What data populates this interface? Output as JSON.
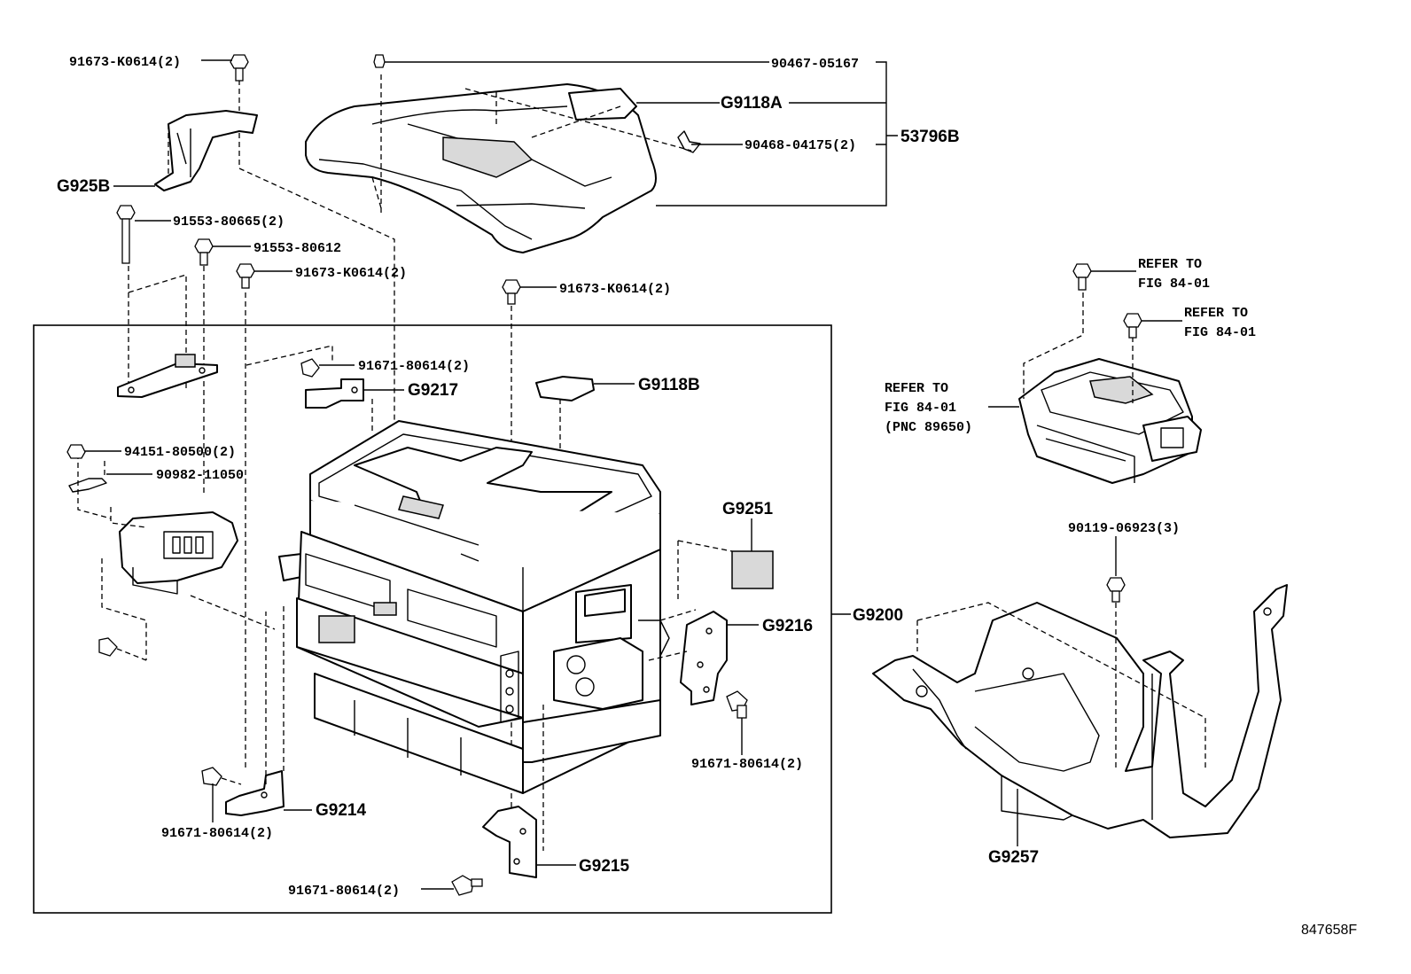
{
  "labels": {
    "p_91673_top_left": "91673-K0614(2)",
    "p_90467": "90467-05167",
    "p_g9118a": "G9118A",
    "p_90468": "90468-04175(2)",
    "p_53796b": "53796B",
    "p_g925b": "G925B",
    "p_91553_80665": "91553-80665(2)",
    "p_91553_80612": "91553-80612",
    "p_91673_mid_left": "91673-K0614(2)",
    "p_91673_mid": "91673-K0614(2)",
    "p_91671_top": "91671-80614(2)",
    "p_g9217": "G9217",
    "p_g9118b": "G9118B",
    "p_94151": "94151-80500(2)",
    "p_90982": "90982-11050",
    "p_g9251": "G9251",
    "p_g9216": "G9216",
    "p_g9200": "G9200",
    "p_91671_right": "91671-80614(2)",
    "p_g9214": "G9214",
    "p_91671_bl": "91671-80614(2)",
    "p_g9215": "G9215",
    "p_91671_bottom": "91671-80614(2)",
    "refer1_a": "REFER TO",
    "refer1_b": "FIG 84-01",
    "refer2_a": "REFER TO",
    "refer2_b": "FIG 84-01",
    "refer3_a": "REFER TO",
    "refer3_b": "FIG 84-01",
    "refer3_c": "(PNC 89650)",
    "p_90119": "90119-06923(3)",
    "p_g9257": "G9257",
    "diagram_id": "847658F"
  }
}
